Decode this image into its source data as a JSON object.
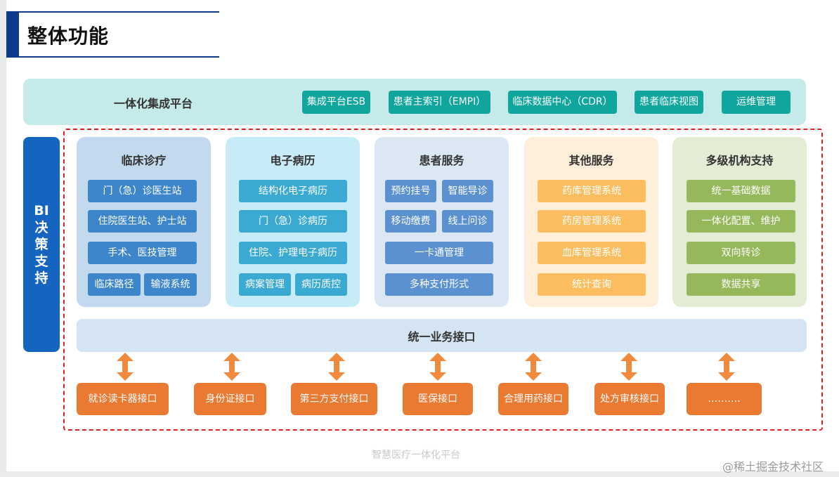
{
  "title": "整体功能",
  "platform": {
    "label": "一体化集成平台",
    "items": [
      "集成平台ESB",
      "患者主索引（EMPI）",
      "临床数据中心（CDR）",
      "患者临床视图",
      "运维管理"
    ]
  },
  "bi": {
    "chars": [
      "BI",
      "决",
      "策",
      "支",
      "持"
    ]
  },
  "modules": [
    {
      "title": "临床诊疗",
      "items": [
        "门（急）诊医生站",
        "住院医生站、护士站",
        "手术、医技管理",
        "临床路径",
        "输液系统"
      ]
    },
    {
      "title": "电子病历",
      "items": [
        "结构化电子病历",
        "门（急）诊病历",
        "住院、护理电子病历",
        "病案管理",
        "病历质控"
      ]
    },
    {
      "title": "患者服务",
      "items": [
        "预约挂号",
        "智能导诊",
        "移动缴费",
        "线上问诊",
        "一卡通管理",
        "多种支付形式"
      ]
    },
    {
      "title": "其他服务",
      "items": [
        "药库管理系统",
        "药房管理系统",
        "血库管理系统",
        "统计查询"
      ]
    },
    {
      "title": "多级机构支持",
      "items": [
        "统一基础数据",
        "一体化配置、维护",
        "双向转诊",
        "数据共享"
      ]
    }
  ],
  "unified_interface": "统一业务接口",
  "interfaces": [
    "就诊读卡器接口",
    "身份证接口",
    "第三方支付接口",
    "医保接口",
    "合理用药接口",
    "处方审核接口",
    "………."
  ],
  "caption": "智慧医疗一体化平台",
  "watermark": "@稀土掘金技术社区",
  "colors": {
    "title_accent": "#0e3a8c",
    "platform_bg": "#c4ebe9",
    "platform_btn": "#10a59d",
    "bi_bar": "#1565c0",
    "dashed_border": "#e02020",
    "interface": "#ea7931",
    "arrow": "#f08a3c"
  }
}
